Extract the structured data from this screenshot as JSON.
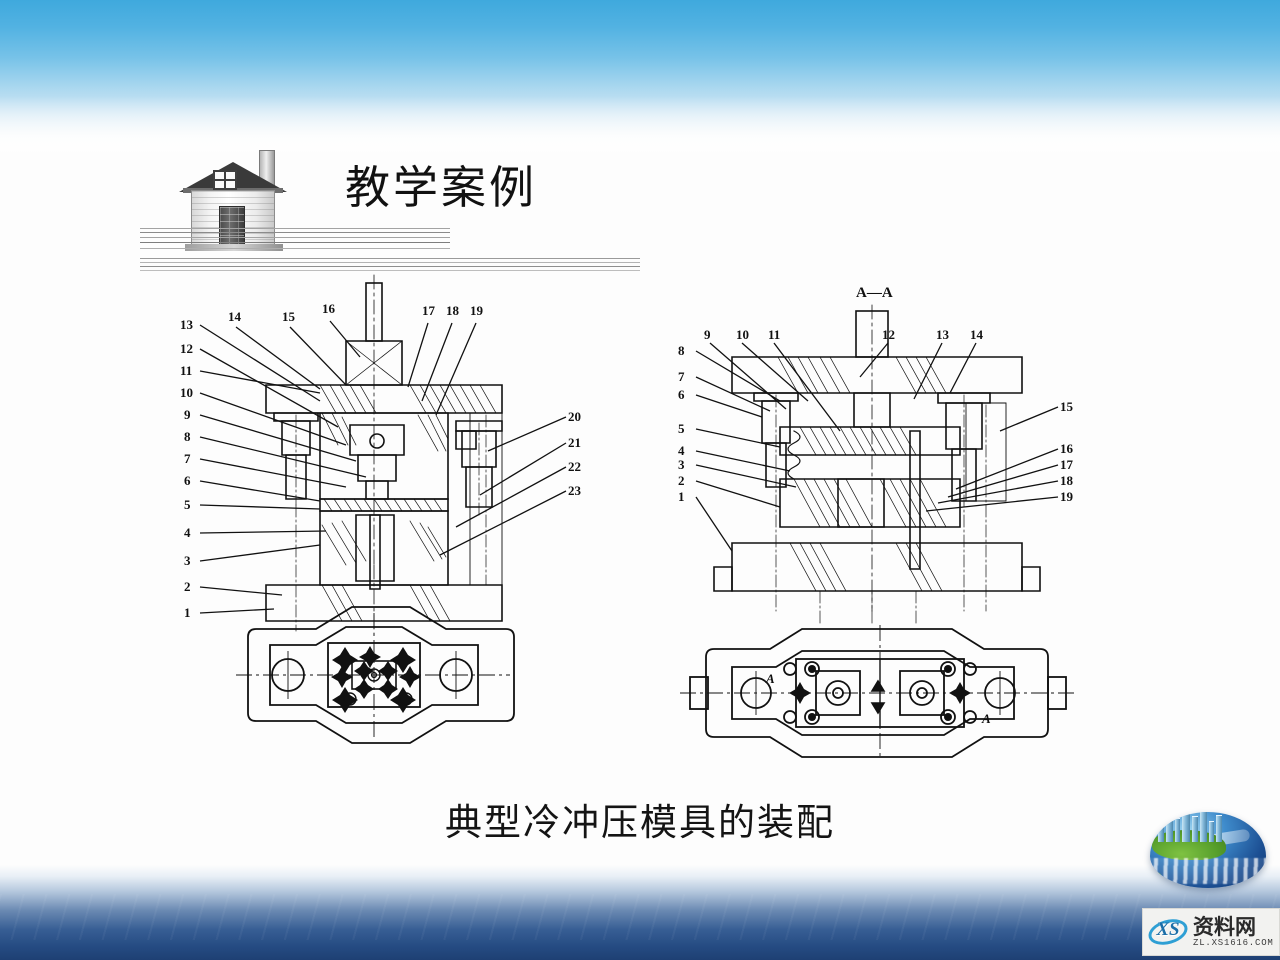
{
  "slide": {
    "title": "教学案例",
    "caption": "典型冷冲压模具的装配"
  },
  "header": {
    "house_icon": "house-icon",
    "divider": "divider-rules"
  },
  "figures": [
    {
      "id": "figure-left",
      "name": "cold-stamping-die-section-front",
      "view_label": "",
      "left_labels": [
        "13",
        "12",
        "11",
        "10",
        "9",
        "8",
        "7",
        "6",
        "5",
        "4",
        "3",
        "2",
        "1"
      ],
      "top_labels": [
        "14",
        "15",
        "16",
        "17",
        "18",
        "19"
      ],
      "right_labels": [
        "20",
        "21",
        "22",
        "23"
      ],
      "plan_view": "die-base-plan-left"
    },
    {
      "id": "figure-right",
      "name": "cold-stamping-die-section-a-a",
      "view_label": "A—A",
      "left_labels": [
        "8",
        "7",
        "6",
        "5",
        "4",
        "3",
        "2",
        "1"
      ],
      "top_labels": [
        "9",
        "10",
        "11",
        "12",
        "13",
        "14"
      ],
      "right_labels": [
        "15",
        "16",
        "17",
        "18",
        "19"
      ],
      "plan_view": "die-base-plan-right",
      "section_marks": [
        "A",
        "A"
      ]
    }
  ],
  "watermark": {
    "logo_text": "XS",
    "site_name": "资料网",
    "url": "ZL.XS1616.COM"
  },
  "decor": {
    "globe": "globe-city-logo",
    "sky_band": "sky-gradient-band",
    "ocean_band": "ocean-gradient-band"
  },
  "colors": {
    "sky_top": "#3fa9dd",
    "ocean_bottom": "#1e4073",
    "ink": "#111111",
    "line": "#8f8f8f"
  }
}
